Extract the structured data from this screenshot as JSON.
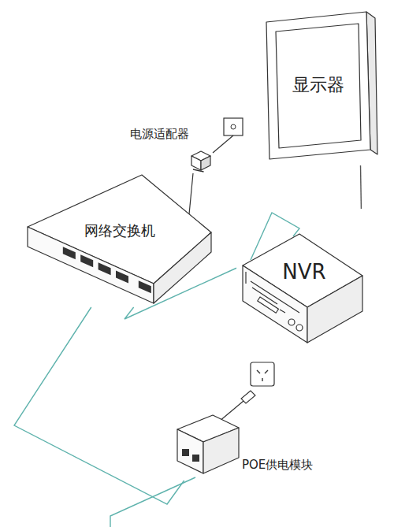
{
  "diagram": {
    "nodes": [
      {
        "text": [
          "显示器"
        ]
      },
      {
        "text": [
          "电源适配器"
        ]
      },
      {
        "text": [
          "网络交换机"
        ]
      },
      {
        "text": [
          "NVR"
        ]
      },
      {
        "text": [
          "POE供电模块"
        ]
      }
    ],
    "edges": [
      {
        "from": 1,
        "to": 2,
        "arrow": "none"
      },
      {
        "from": 2,
        "to": 3,
        "arrow": "none"
      },
      {
        "from": 3,
        "to": 0,
        "arrow": "none"
      },
      {
        "from": 2,
        "to": 4,
        "arrow": "none"
      }
    ]
  }
}
